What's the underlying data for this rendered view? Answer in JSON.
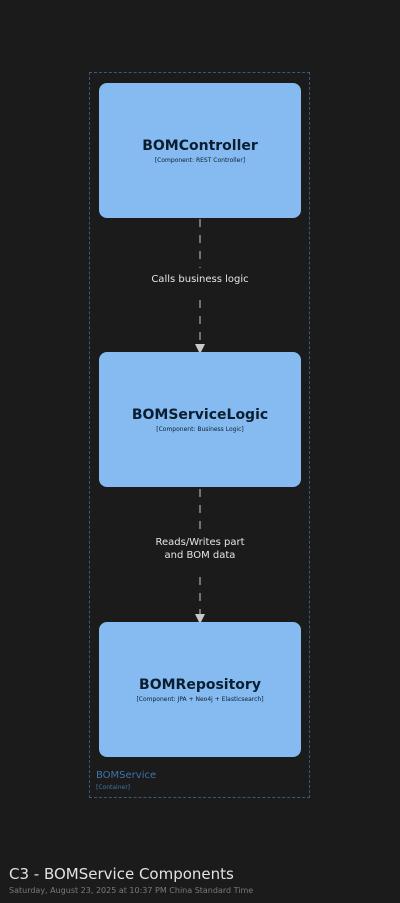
{
  "diagram": {
    "title": "C3 - BOMService Components",
    "timestamp": "Saturday, August 23, 2025 at 10:37 PM China Standard Time",
    "boundary": {
      "name": "BOMService",
      "type": "[Container]"
    },
    "components": [
      {
        "name": "BOMController",
        "type": "[Component: REST Controller]"
      },
      {
        "name": "BOMServiceLogic",
        "type": "[Component: Business Logic]"
      },
      {
        "name": "BOMRepository",
        "type": "[Component: JPA + Neo4j + Elasticsearch]"
      }
    ],
    "relationships": [
      {
        "from": "BOMController",
        "to": "BOMServiceLogic",
        "label": "Calls business logic"
      },
      {
        "from": "BOMServiceLogic",
        "to": "BOMRepository",
        "label": "Reads/Writes part and BOM data"
      }
    ],
    "colors": {
      "background": "#1b1b1b",
      "component_fill": "#85bbf0",
      "component_text": "#0b1d30",
      "boundary_stroke": "#37597d",
      "boundary_text": "#3f74a8",
      "relationship_line": "#c8c8c8",
      "relationship_text": "#e6e6e6"
    }
  }
}
